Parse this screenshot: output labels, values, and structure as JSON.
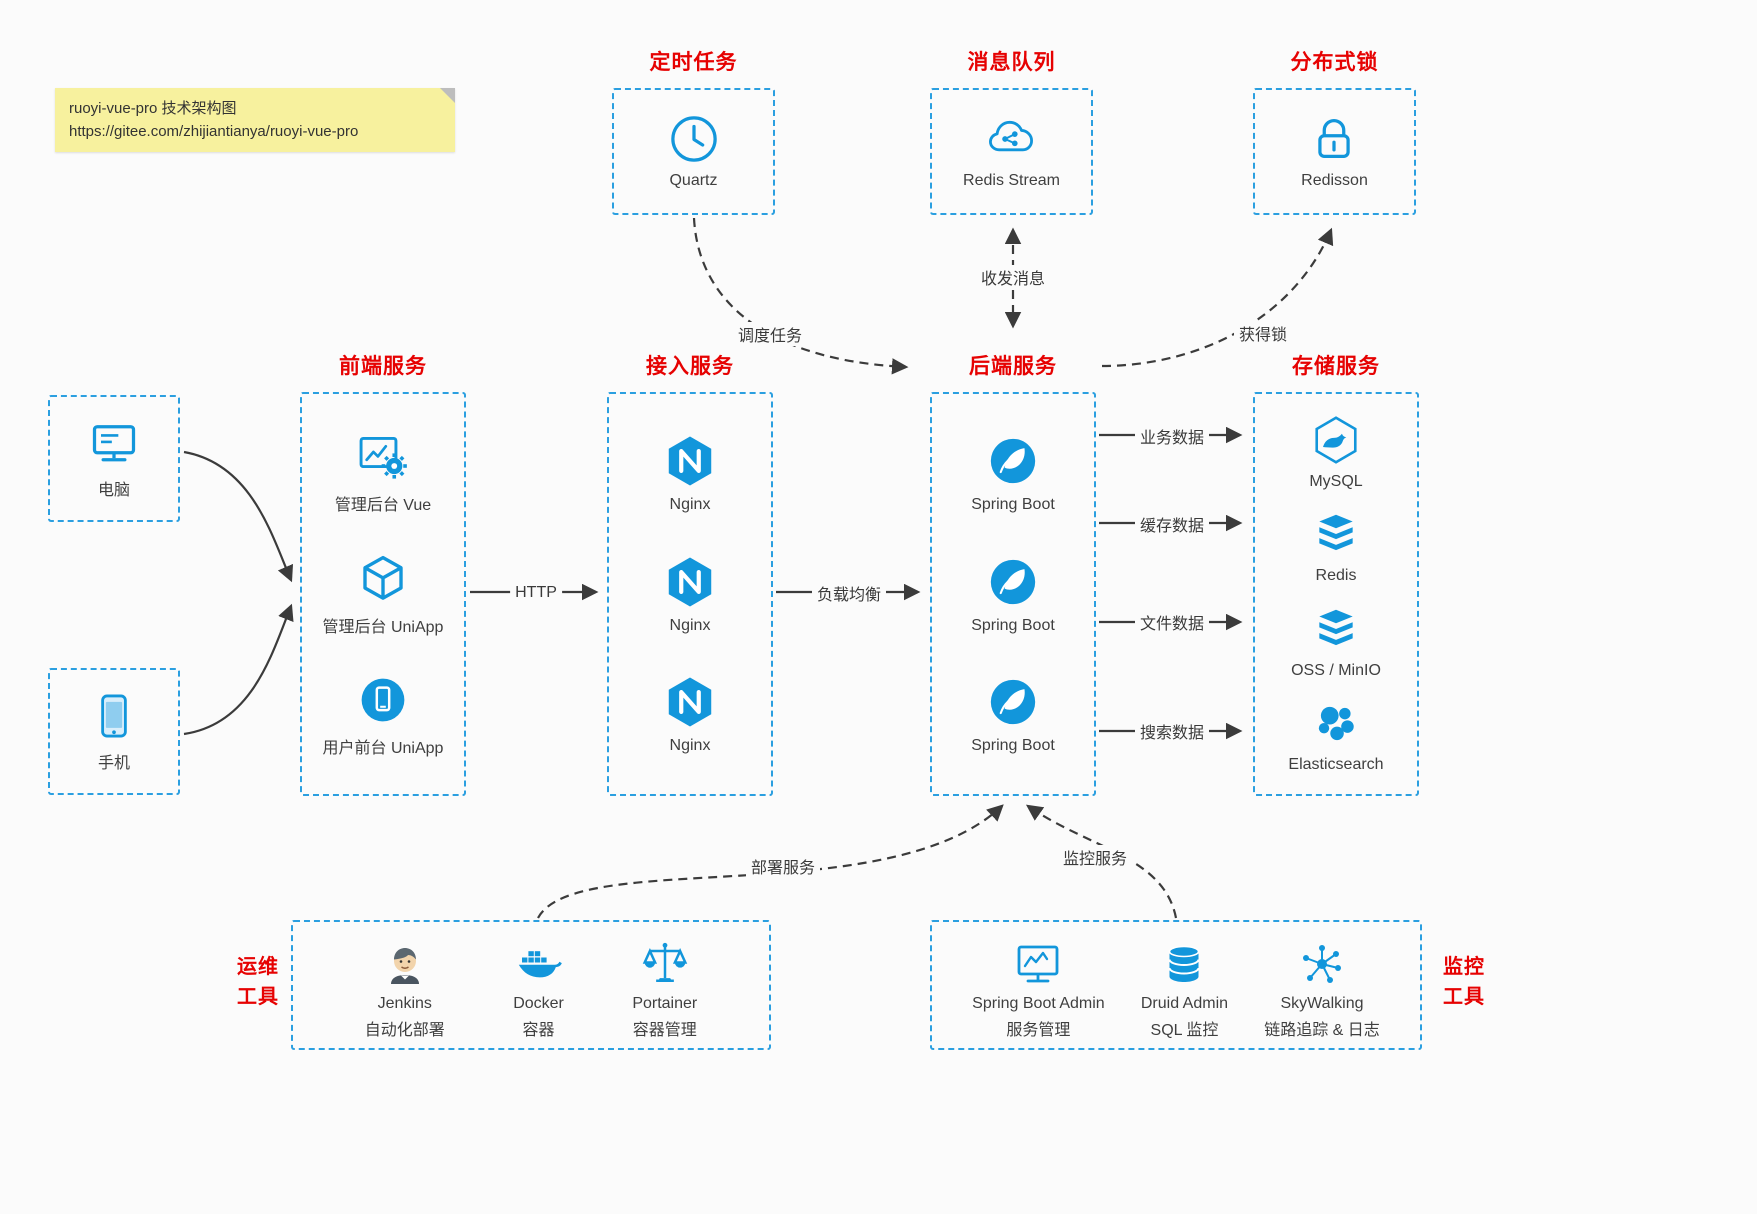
{
  "note": {
    "line1": "ruoyi-vue-pro 技术架构图",
    "line2": "https://gitee.com/zhijiantianya/ruoyi-vue-pro"
  },
  "top": [
    {
      "title": "定时任务",
      "label": "Quartz",
      "icon": "clock-icon"
    },
    {
      "title": "消息队列",
      "label": "Redis Stream",
      "icon": "cloud-network-icon"
    },
    {
      "title": "分布式锁",
      "label": "Redisson",
      "icon": "lock-icon"
    }
  ],
  "clients": [
    {
      "label": "电脑",
      "icon": "monitor-icon"
    },
    {
      "label": "手机",
      "icon": "phone-icon"
    }
  ],
  "frontend": {
    "title": "前端服务",
    "items": [
      {
        "label": "管理后台 Vue",
        "icon": "admin-window-gear-icon"
      },
      {
        "label": "管理后台 UniApp",
        "icon": "cube-icon"
      },
      {
        "label": "用户前台 UniApp",
        "icon": "circle-phone-icon"
      }
    ]
  },
  "gateway": {
    "title": "接入服务",
    "items": [
      {
        "label": "Nginx",
        "icon": "nginx-icon"
      },
      {
        "label": "Nginx",
        "icon": "nginx-icon"
      },
      {
        "label": "Nginx",
        "icon": "nginx-icon"
      }
    ]
  },
  "backend": {
    "title": "后端服务",
    "items": [
      {
        "label": "Spring Boot",
        "icon": "spring-leaf-icon"
      },
      {
        "label": "Spring Boot",
        "icon": "spring-leaf-icon"
      },
      {
        "label": "Spring Boot",
        "icon": "spring-leaf-icon"
      }
    ]
  },
  "storage": {
    "title": "存储服务",
    "items": [
      {
        "label": "MySQL",
        "icon": "mysql-icon"
      },
      {
        "label": "Redis",
        "icon": "redis-stack-icon"
      },
      {
        "label": "OSS / MinIO",
        "icon": "oss-stack-icon"
      },
      {
        "label": "Elasticsearch",
        "icon": "elasticsearch-icon"
      }
    ]
  },
  "ops": {
    "title": "运维\n工具",
    "items": [
      {
        "name": "Jenkins",
        "desc": "自动化部署",
        "icon": "jenkins-icon"
      },
      {
        "name": "Docker",
        "desc": "容器",
        "icon": "docker-icon"
      },
      {
        "name": "Portainer",
        "desc": "容器管理",
        "icon": "scales-icon"
      }
    ]
  },
  "monitoring": {
    "title": "监控\n工具",
    "items": [
      {
        "name": "Spring Boot Admin",
        "desc": "服务管理",
        "icon": "monitor-chart-icon"
      },
      {
        "name": "Druid Admin",
        "desc": "SQL 监控",
        "icon": "database-icon"
      },
      {
        "name": "SkyWalking",
        "desc": "链路追踪 & 日志",
        "icon": "network-graph-icon"
      }
    ]
  },
  "edges": {
    "schedule": "调度任务",
    "message": "收发消息",
    "lock": "获得锁",
    "http": "HTTP",
    "load_balance": "负载均衡",
    "business": "业务数据",
    "cache": "缓存数据",
    "file": "文件数据",
    "search": "搜索数据",
    "deploy": "部署服务",
    "monitor": "监控服务"
  },
  "colors": {
    "accent_blue": "#1296db",
    "border_blue": "#2b9fe0",
    "title_red": "#e60202",
    "note_yellow": "#f7f19e",
    "arrow_gray": "#3b3b3b",
    "background": "#fbfbfb"
  }
}
